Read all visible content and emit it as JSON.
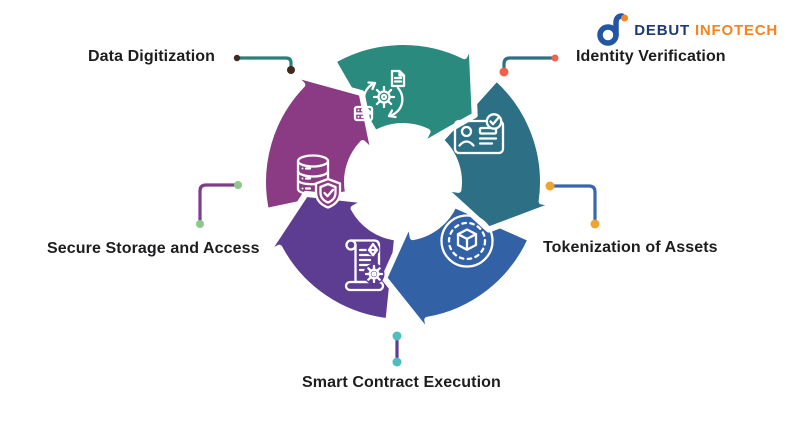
{
  "logo": {
    "text_primary": "DEBUT",
    "text_secondary": "INFOTECH",
    "text_primary_color": "#1e3a70",
    "text_secondary_color": "#f5831f",
    "mark_color": "#2255a4",
    "mark_dot_color": "#f5841f"
  },
  "diagram": {
    "type": "circular-process-cycle",
    "background": "#ffffff",
    "steps": [
      {
        "label": "Data Digitization",
        "icon": "process-cycle-icon",
        "color": "#2a8a7d",
        "connector_color": "#2a7f78",
        "dot_color": "#3e2a20",
        "position": "top"
      },
      {
        "label": "Identity Verification",
        "icon": "id-card-check-icon",
        "color": "#2d7086",
        "connector_color": "#2d6f85",
        "dot_color": "#f2604a",
        "position": "top-right"
      },
      {
        "label": "Tokenization of Assets",
        "icon": "token-cube-icon",
        "color": "#3261a5",
        "connector_color": "#3a67ab",
        "dot_color": "#efa42f",
        "position": "bottom-right"
      },
      {
        "label": "Smart Contract Execution",
        "icon": "contract-scroll-gear-icon",
        "color": "#5d3d92",
        "connector_color": "#5d3d92",
        "dot_color": "#4fbdbf",
        "position": "bottom"
      },
      {
        "label": "Secure Storage and Access",
        "icon": "database-shield-icon",
        "color": "#8b3b84",
        "connector_color": "#7e3d8b",
        "dot_color": "#8dc78c",
        "position": "left"
      }
    ]
  }
}
